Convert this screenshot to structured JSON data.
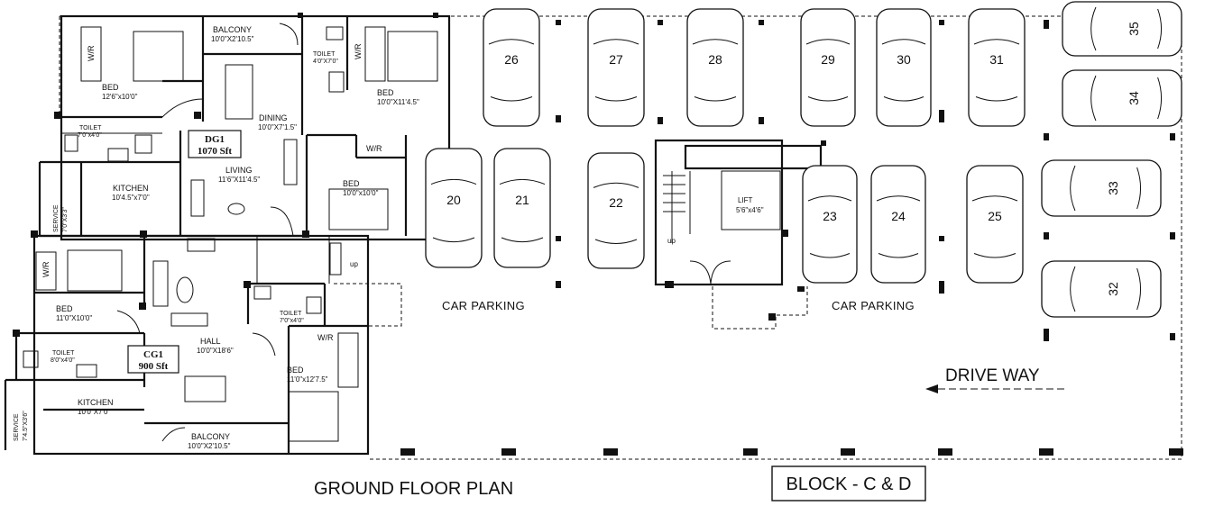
{
  "title": "GROUND FLOOR PLAN",
  "block": "BLOCK - C & D",
  "drive_way": "DRIVE WAY",
  "parking_labels": [
    "CAR PARKING",
    "CAR PARKING"
  ],
  "lift": {
    "name": "LIFT",
    "dim": "5'6\"x4'6\""
  },
  "stair_up": [
    "up",
    "up"
  ],
  "units": {
    "dg1": {
      "name": "DG1",
      "area": "1070 Sft"
    },
    "cg1": {
      "name": "CG1",
      "area": "900 Sft"
    }
  },
  "rooms": {
    "balcony_top": {
      "name": "BALCONY",
      "dim": "10'0\"X2'10.5\""
    },
    "wr_1": {
      "name": "W/R"
    },
    "wr_2": {
      "name": "W/R"
    },
    "wr_3": {
      "name": "W/R"
    },
    "wr_4": {
      "name": "W/R"
    },
    "wr_5": {
      "name": "W/R"
    },
    "bed_1": {
      "name": "BED",
      "dim": "12'6\"x10'0\""
    },
    "toilet_top": {
      "name": "TOILET",
      "dim": "4'0\"X7'0\""
    },
    "bed_2": {
      "name": "BED",
      "dim": "10'0\"X11'4.5\""
    },
    "dining": {
      "name": "DINING",
      "dim": "10'0\"X7'1.5\""
    },
    "toilet_dg": {
      "name": "TOILET",
      "dim": "7'0\"x4'0\""
    },
    "kitchen_dg": {
      "name": "KITCHEN",
      "dim": "10'4.5\"x7'0\""
    },
    "living": {
      "name": "LIVING",
      "dim": "11'6\"X11'4.5\""
    },
    "bed_3": {
      "name": "BED",
      "dim": "10'0\"x10'0\""
    },
    "service_dg": {
      "name": "SERVICE",
      "dim": "7'0\"X3'3\""
    },
    "bed_4": {
      "name": "BED",
      "dim": "11'0\"X10'0\""
    },
    "toilet_cg_r": {
      "name": "TOILET",
      "dim": "7'0\"x4'0\""
    },
    "hall": {
      "name": "HALL",
      "dim": "10'0\"X18'6\""
    },
    "toilet_cg_l": {
      "name": "TOILET",
      "dim": "8'0\"x4'0\""
    },
    "bed_5": {
      "name": "BED",
      "dim": "11'0\"x12'7.5\""
    },
    "kitchen_cg": {
      "name": "KITCHEN",
      "dim": "10'0\"X7'0\""
    },
    "service_cg": {
      "name": "SERVICE",
      "dim": "7'4.5\"X3'6\""
    },
    "balcony_bottom": {
      "name": "BALCONY",
      "dim": "10'0\"X2'10.5\""
    }
  },
  "stalls": [
    "20",
    "21",
    "22",
    "23",
    "24",
    "25",
    "26",
    "27",
    "28",
    "29",
    "30",
    "31",
    "32",
    "33",
    "34",
    "35"
  ]
}
